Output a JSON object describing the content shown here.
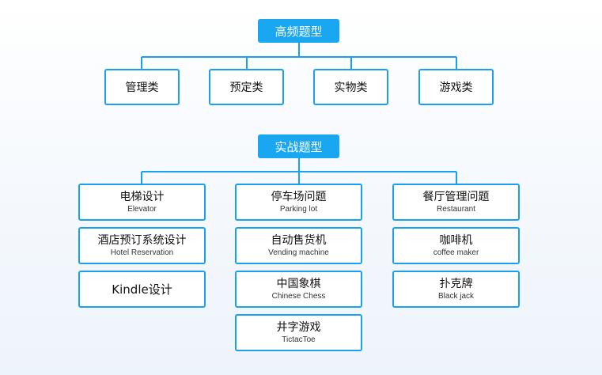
{
  "sections": {
    "frequent": {
      "title": "高频题型",
      "categories": [
        "管理类",
        "预定类",
        "实物类",
        "游戏类"
      ]
    },
    "practical": {
      "title": "实战题型",
      "columns": [
        [
          {
            "zh": "电梯设计",
            "en": "Elevator"
          },
          {
            "zh": "酒店预订系统设计",
            "en": "Hotel Reservation"
          },
          {
            "zh": "Kindle设计",
            "en": ""
          }
        ],
        [
          {
            "zh": "停车场问题",
            "en": "Parking lot"
          },
          {
            "zh": "自动售货机",
            "en": "Vending machine"
          },
          {
            "zh": "中国象棋",
            "en": "Chinese Chess"
          },
          {
            "zh": "井字游戏",
            "en": "TictacToe"
          }
        ],
        [
          {
            "zh": "餐厅管理问题",
            "en": "Restaurant"
          },
          {
            "zh": "咖啡机",
            "en": "coffee maker"
          },
          {
            "zh": "扑克牌",
            "en": "Black jack"
          }
        ]
      ]
    }
  },
  "colors": {
    "accent": "#19a7f2",
    "border": "#1aa0f0",
    "line": "#1aa0f0"
  }
}
